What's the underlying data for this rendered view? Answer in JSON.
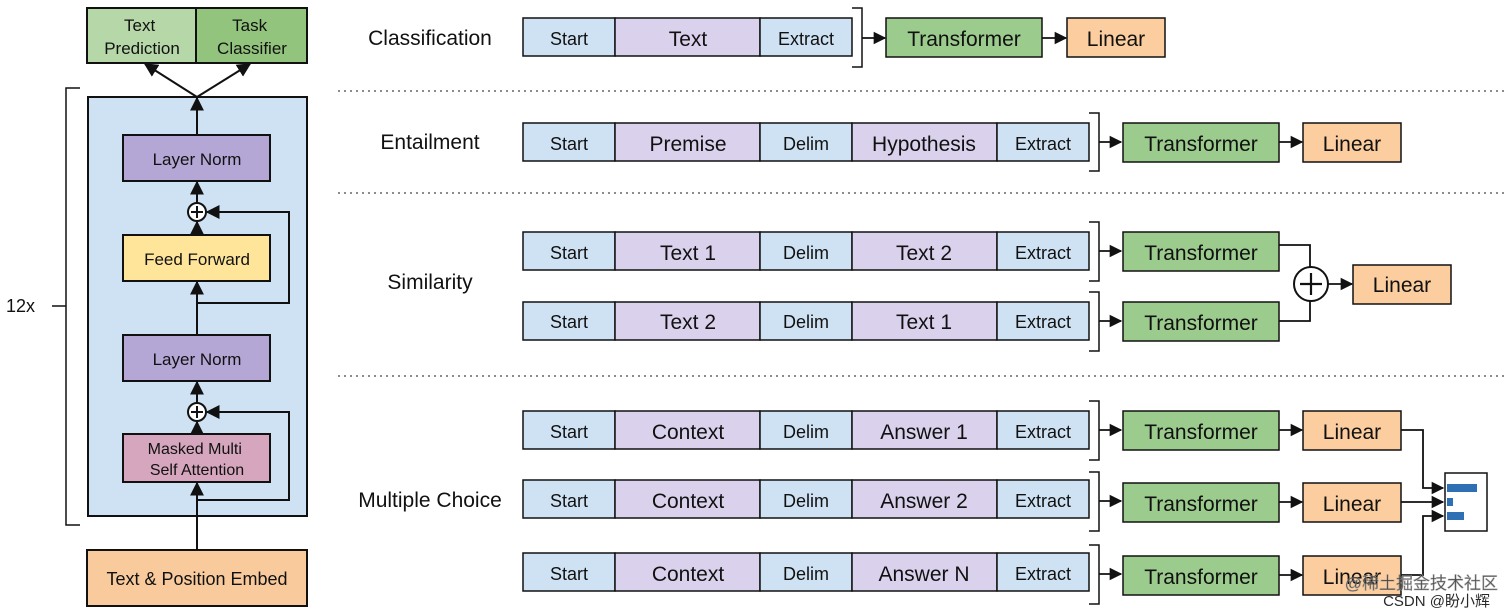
{
  "colors": {
    "blue": "#cfe2f3",
    "purple": "#dad2ec",
    "green": "#9ccb8e",
    "orange": "#fbcd9f",
    "yellow": "#ffe699",
    "layer_norm": "#b4a7d6",
    "attention": "#d5a6bd",
    "output_green": "#b6d7a8",
    "outline": "#1a1a1a",
    "chart_blue": "#2f6fb3"
  },
  "architecture": {
    "repeat_label": "12x",
    "output_text_prediction": [
      "Text",
      "Prediction"
    ],
    "output_task_classifier": [
      "Task",
      "Classifier"
    ],
    "layer_norm_top": "Layer Norm",
    "feed_forward": "Feed Forward",
    "layer_norm_bottom": "Layer Norm",
    "masked_attention": [
      "Masked Multi",
      "Self Attention"
    ],
    "embed": "Text & Position Embed"
  },
  "tasks": {
    "classification": {
      "label": "Classification",
      "tokens": [
        "Start",
        "Text",
        "Extract"
      ],
      "transformer": "Transformer",
      "linear": "Linear"
    },
    "entailment": {
      "label": "Entailment",
      "tokens": [
        "Start",
        "Premise",
        "Delim",
        "Hypothesis",
        "Extract"
      ],
      "transformer": "Transformer",
      "linear": "Linear"
    },
    "similarity": {
      "label": "Similarity",
      "rows": [
        [
          "Start",
          "Text 1",
          "Delim",
          "Text 2",
          "Extract"
        ],
        [
          "Start",
          "Text 2",
          "Delim",
          "Text 1",
          "Extract"
        ]
      ],
      "transformer": "Transformer",
      "linear": "Linear"
    },
    "multiple_choice": {
      "label": "Multiple Choice",
      "rows": [
        [
          "Start",
          "Context",
          "Delim",
          "Answer 1",
          "Extract"
        ],
        [
          "Start",
          "Context",
          "Delim",
          "Answer 2",
          "Extract"
        ],
        [
          "Start",
          "Context",
          "Delim",
          "Answer N",
          "Extract"
        ]
      ],
      "transformer": "Transformer",
      "linear": "Linear"
    }
  },
  "watermark": [
    "@稀土掘金技术社区",
    "CSDN @盼小辉"
  ]
}
